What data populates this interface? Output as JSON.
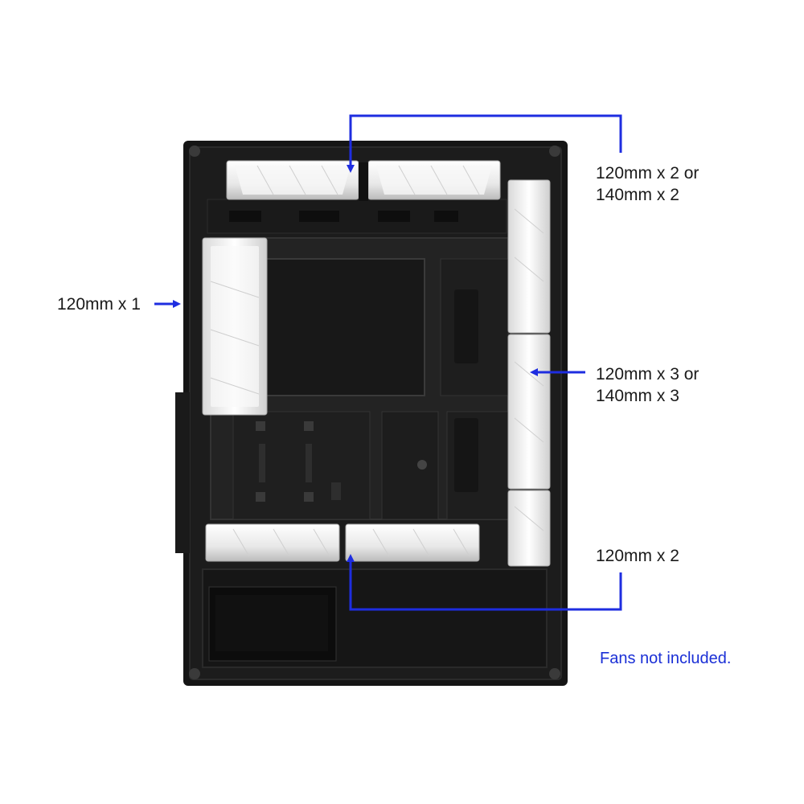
{
  "labels": {
    "top": {
      "line1": "120mm x 2 or",
      "line2": "140mm x 2"
    },
    "rear": {
      "line1": "120mm x 1"
    },
    "front": {
      "line1": "120mm x 3 or",
      "line2": "140mm x 3"
    },
    "bottom": {
      "line1": "120mm x 2"
    }
  },
  "note": "Fans not included.",
  "colors": {
    "arrow": "#1e2de0",
    "note": "#1a2fd6",
    "case": "#111111",
    "fan": "#f4f4f4"
  }
}
